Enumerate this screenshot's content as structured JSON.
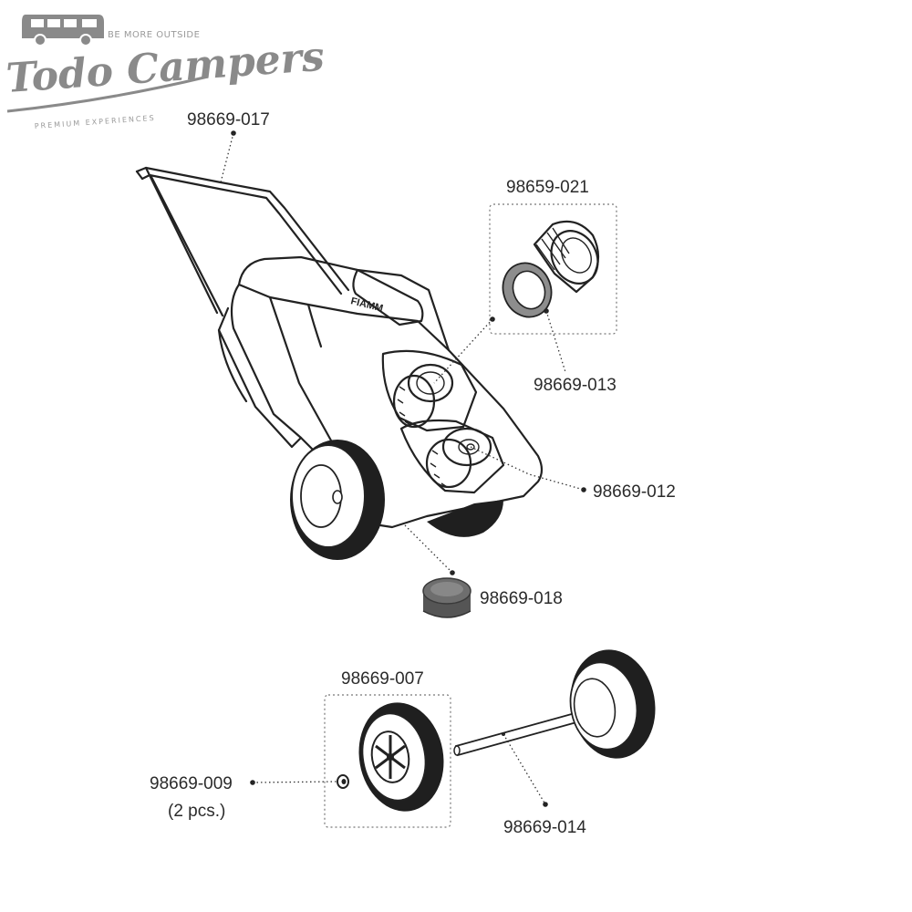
{
  "logo": {
    "tagline": "BE MORE OUTSIDE",
    "brand": "Todo Campers",
    "subline": "PREMIUM EXPERIENCES"
  },
  "product": {
    "tank_brand_mark": "FIAMM"
  },
  "parts": [
    {
      "id": "handle",
      "number": "98669-017"
    },
    {
      "id": "cap-kit",
      "number": "98659-021"
    },
    {
      "id": "gasket",
      "number": "98669-013"
    },
    {
      "id": "filler-cap",
      "number": "98669-012"
    },
    {
      "id": "drain-cap",
      "number": "98669-018"
    },
    {
      "id": "wheel",
      "number": "98669-007"
    },
    {
      "id": "wheel-clip",
      "number": "98669-009",
      "note": "(2 pcs.)"
    },
    {
      "id": "axle",
      "number": "98669-014"
    }
  ],
  "colors": {
    "line": "#222222",
    "logo": "#8a8a8a",
    "text": "#2b2b2b"
  }
}
